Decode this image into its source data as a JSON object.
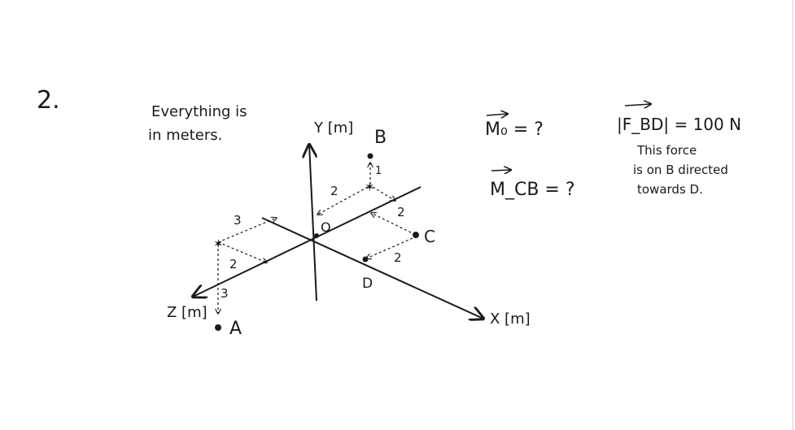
{
  "problem": {
    "number": "2."
  },
  "note": {
    "line1": "Everything is",
    "line2": "in meters."
  },
  "axes": {
    "y": "Y [m]",
    "x": "X [m]",
    "z": "Z [m]"
  },
  "points": {
    "origin": "O",
    "A": "A",
    "B": "B",
    "C": "C",
    "D": "D"
  },
  "dims": {
    "z_offset": "3",
    "x_offset": "2",
    "down_A": "3",
    "B_back": "2",
    "B_up": "1",
    "C_z": "2",
    "D_to_C": "2"
  },
  "questions": {
    "m_o": "M₀ = ?",
    "m_cb": "M_CB = ?"
  },
  "force": {
    "magnitude": "|F_BD| = 100 N",
    "line1": "This force",
    "line2": "is on B directed",
    "line3": "towards D."
  },
  "colors": {
    "ink": "#1a1a1a",
    "paper": "#ffffff"
  }
}
